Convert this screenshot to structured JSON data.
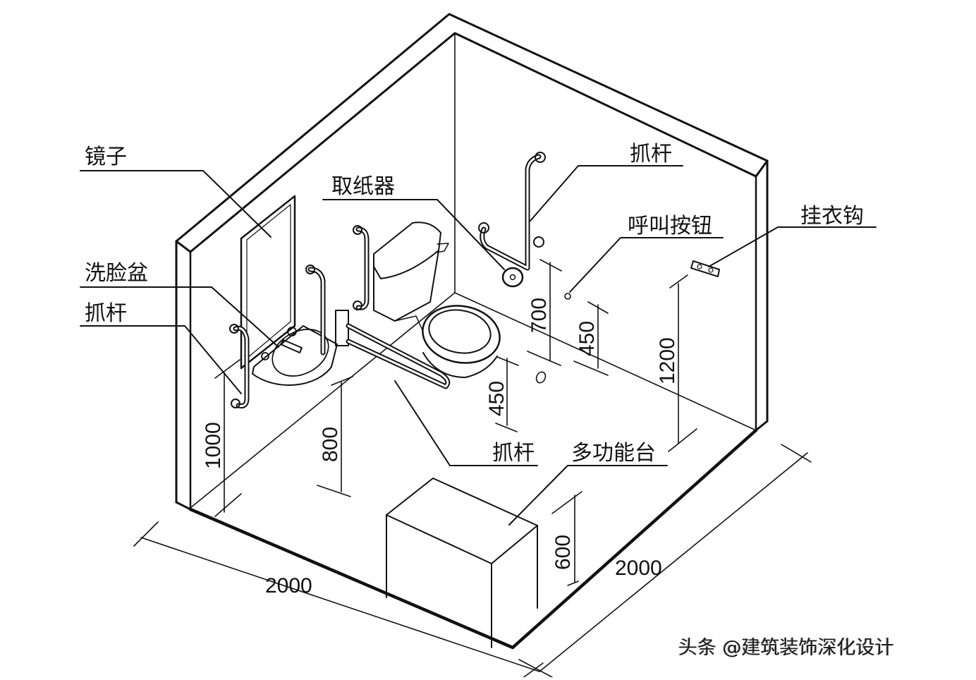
{
  "diagram": {
    "title": "无障碍卫生间轴测图",
    "colors": {
      "line": "#111111",
      "background": "#ffffff"
    },
    "labels": {
      "mirror": "镜子",
      "washbasin": "洗脸盆",
      "grab_bar_left": "抓杆",
      "paper_holder": "取纸器",
      "grab_bar_back": "抓杆",
      "call_button": "呼叫按钮",
      "coat_hook": "挂衣钩",
      "grab_bar_toilet": "抓杆",
      "multifunction_table": "多功能台"
    },
    "dimensions": {
      "room_width": "2000",
      "room_depth": "2000",
      "grab_bar_left_height": "1000",
      "washbasin_height": "800",
      "toilet_grab_bar_height": "450",
      "paper_holder_height": "700",
      "call_button_height": "450",
      "coat_hook_height": "1200",
      "table_height": "600"
    }
  },
  "watermark": "头条 @建筑装饰深化设计"
}
